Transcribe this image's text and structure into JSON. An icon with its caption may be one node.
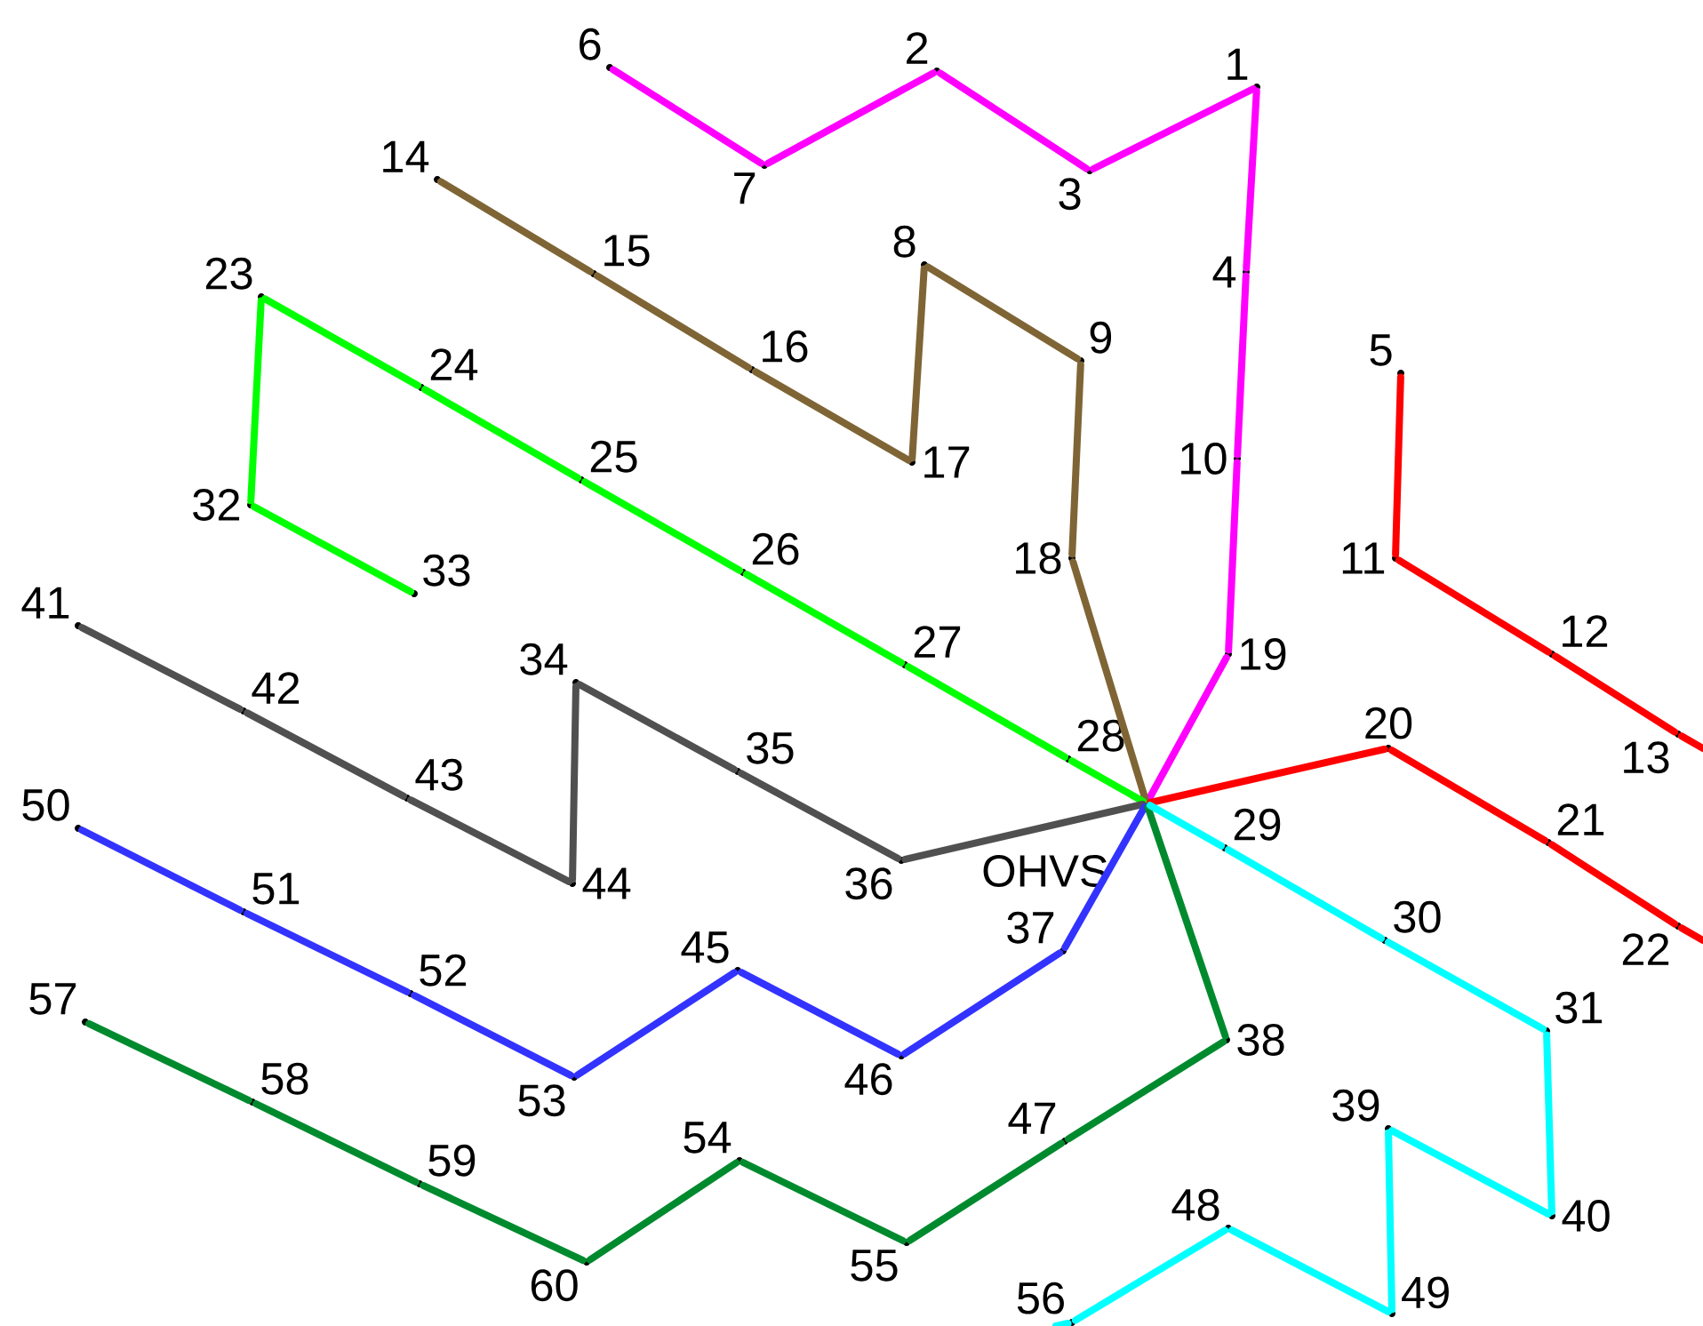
{
  "diagram": {
    "nodes": [
      {
        "text": [
          "OHVS"
        ]
      },
      {
        "text": [
          "1"
        ]
      },
      {
        "text": [
          "2"
        ]
      },
      {
        "text": [
          "3"
        ]
      },
      {
        "text": [
          "4"
        ]
      },
      {
        "text": [
          "5"
        ]
      },
      {
        "text": [
          "6"
        ]
      },
      {
        "text": [
          "7"
        ]
      },
      {
        "text": [
          "8"
        ]
      },
      {
        "text": [
          "9"
        ]
      },
      {
        "text": [
          "10"
        ]
      },
      {
        "text": [
          "11"
        ]
      },
      {
        "text": [
          "12"
        ]
      },
      {
        "text": [
          "13"
        ]
      },
      {
        "text": [
          "14"
        ]
      },
      {
        "text": [
          "15"
        ]
      },
      {
        "text": [
          "16"
        ]
      },
      {
        "text": [
          "17"
        ]
      },
      {
        "text": [
          "18"
        ]
      },
      {
        "text": [
          "19"
        ]
      },
      {
        "text": [
          "20"
        ]
      },
      {
        "text": [
          "21"
        ]
      },
      {
        "text": [
          "22"
        ]
      },
      {
        "text": [
          "23"
        ]
      },
      {
        "text": [
          "24"
        ]
      },
      {
        "text": [
          "25"
        ]
      },
      {
        "text": [
          "26"
        ]
      },
      {
        "text": [
          "27"
        ]
      },
      {
        "text": [
          "28"
        ]
      },
      {
        "text": [
          "29"
        ]
      },
      {
        "text": [
          "30"
        ]
      },
      {
        "text": [
          "31"
        ]
      },
      {
        "text": [
          "32"
        ]
      },
      {
        "text": [
          "33"
        ]
      },
      {
        "text": [
          "34"
        ]
      },
      {
        "text": [
          "35"
        ]
      },
      {
        "text": [
          "36"
        ]
      },
      {
        "text": [
          "37"
        ]
      },
      {
        "text": [
          "38"
        ]
      },
      {
        "text": [
          "39"
        ]
      },
      {
        "text": [
          "40"
        ]
      },
      {
        "text": [
          "41"
        ]
      },
      {
        "text": [
          "42"
        ]
      },
      {
        "text": [
          "43"
        ]
      },
      {
        "text": [
          "44"
        ]
      },
      {
        "text": [
          "45"
        ]
      },
      {
        "text": [
          "46"
        ]
      },
      {
        "text": [
          "47"
        ]
      },
      {
        "text": [
          "48"
        ]
      },
      {
        "text": [
          "49"
        ]
      },
      {
        "text": [
          "50"
        ]
      },
      {
        "text": [
          "51"
        ]
      },
      {
        "text": [
          "52"
        ]
      },
      {
        "text": [
          "53"
        ]
      },
      {
        "text": [
          "54"
        ]
      },
      {
        "text": [
          "55"
        ]
      },
      {
        "text": [
          "56"
        ]
      },
      {
        "text": [
          "57"
        ]
      },
      {
        "text": [
          "58"
        ]
      },
      {
        "text": [
          "59"
        ]
      },
      {
        "text": [
          "60"
        ]
      }
    ],
    "edges": [
      {
        "from": 6,
        "to": 7,
        "arrow": "none",
        "color": "#ff00ff"
      },
      {
        "from": 7,
        "to": 2,
        "arrow": "none",
        "color": "#ff00ff"
      },
      {
        "from": 2,
        "to": 3,
        "arrow": "none",
        "color": "#ff00ff"
      },
      {
        "from": 3,
        "to": 1,
        "arrow": "none",
        "color": "#ff00ff"
      },
      {
        "from": 1,
        "to": 4,
        "arrow": "none",
        "color": "#ff00ff"
      },
      {
        "from": 4,
        "to": 10,
        "arrow": "none",
        "color": "#ff00ff"
      },
      {
        "from": 10,
        "to": 19,
        "arrow": "none",
        "color": "#ff00ff"
      },
      {
        "from": 19,
        "to": 0,
        "arrow": "none",
        "color": "#ff00ff"
      },
      {
        "from": 14,
        "to": 15,
        "arrow": "none",
        "color": "#7f6535"
      },
      {
        "from": 15,
        "to": 16,
        "arrow": "none",
        "color": "#7f6535"
      },
      {
        "from": 16,
        "to": 17,
        "arrow": "none",
        "color": "#7f6535"
      },
      {
        "from": 17,
        "to": 8,
        "arrow": "none",
        "color": "#7f6535"
      },
      {
        "from": 8,
        "to": 9,
        "arrow": "none",
        "color": "#7f6535"
      },
      {
        "from": 9,
        "to": 18,
        "arrow": "none",
        "color": "#7f6535"
      },
      {
        "from": 18,
        "to": 0,
        "arrow": "none",
        "color": "#7f6535"
      },
      {
        "from": 33,
        "to": 32,
        "arrow": "none",
        "color": "#00ff00"
      },
      {
        "from": 32,
        "to": 23,
        "arrow": "none",
        "color": "#00ff00"
      },
      {
        "from": 23,
        "to": 24,
        "arrow": "none",
        "color": "#00ff00"
      },
      {
        "from": 24,
        "to": 25,
        "arrow": "none",
        "color": "#00ff00"
      },
      {
        "from": 25,
        "to": 26,
        "arrow": "none",
        "color": "#00ff00"
      },
      {
        "from": 26,
        "to": 27,
        "arrow": "none",
        "color": "#00ff00"
      },
      {
        "from": 27,
        "to": 28,
        "arrow": "none",
        "color": "#00ff00"
      },
      {
        "from": 28,
        "to": 0,
        "arrow": "none",
        "color": "#00ff00"
      },
      {
        "from": 41,
        "to": 42,
        "arrow": "none",
        "color": "#505050"
      },
      {
        "from": 42,
        "to": 43,
        "arrow": "none",
        "color": "#505050"
      },
      {
        "from": 43,
        "to": 44,
        "arrow": "none",
        "color": "#505050"
      },
      {
        "from": 44,
        "to": 34,
        "arrow": "none",
        "color": "#505050"
      },
      {
        "from": 34,
        "to": 35,
        "arrow": "none",
        "color": "#505050"
      },
      {
        "from": 35,
        "to": 36,
        "arrow": "none",
        "color": "#505050"
      },
      {
        "from": 36,
        "to": 0,
        "arrow": "none",
        "color": "#505050"
      },
      {
        "from": 50,
        "to": 51,
        "arrow": "none",
        "color": "#3333ff"
      },
      {
        "from": 51,
        "to": 52,
        "arrow": "none",
        "color": "#3333ff"
      },
      {
        "from": 52,
        "to": 53,
        "arrow": "none",
        "color": "#3333ff"
      },
      {
        "from": 53,
        "to": 45,
        "arrow": "none",
        "color": "#3333ff"
      },
      {
        "from": 45,
        "to": 46,
        "arrow": "none",
        "color": "#3333ff"
      },
      {
        "from": 46,
        "to": 37,
        "arrow": "none",
        "color": "#3333ff"
      },
      {
        "from": 37,
        "to": 0,
        "arrow": "none",
        "color": "#3333ff"
      },
      {
        "from": 57,
        "to": 58,
        "arrow": "none",
        "color": "#008a2e"
      },
      {
        "from": 58,
        "to": 59,
        "arrow": "none",
        "color": "#008a2e"
      },
      {
        "from": 59,
        "to": 60,
        "arrow": "none",
        "color": "#008a2e"
      },
      {
        "from": 60,
        "to": 54,
        "arrow": "none",
        "color": "#008a2e"
      },
      {
        "from": 54,
        "to": 55,
        "arrow": "none",
        "color": "#008a2e"
      },
      {
        "from": 55,
        "to": 47,
        "arrow": "none",
        "color": "#008a2e"
      },
      {
        "from": 47,
        "to": 38,
        "arrow": "none",
        "color": "#008a2e"
      },
      {
        "from": 38,
        "to": 0,
        "arrow": "none",
        "color": "#008a2e"
      },
      {
        "from": 5,
        "to": 11,
        "arrow": "none",
        "color": "#ff0000"
      },
      {
        "from": 11,
        "to": 12,
        "arrow": "none",
        "color": "#ff0000"
      },
      {
        "from": 12,
        "to": 13,
        "arrow": "none",
        "color": "#ff0000"
      },
      {
        "from": 13,
        "to": null,
        "arrow": "none",
        "color": "#ff0000"
      },
      {
        "from": 0,
        "to": 20,
        "arrow": "none",
        "color": "#ff0000"
      },
      {
        "from": 20,
        "to": 21,
        "arrow": "none",
        "color": "#ff0000"
      },
      {
        "from": 21,
        "to": 22,
        "arrow": "none",
        "color": "#ff0000"
      },
      {
        "from": 22,
        "to": null,
        "arrow": "none",
        "color": "#ff0000"
      },
      {
        "from": 0,
        "to": 29,
        "arrow": "none",
        "color": "#00ffff"
      },
      {
        "from": 29,
        "to": 30,
        "arrow": "none",
        "color": "#00ffff"
      },
      {
        "from": 30,
        "to": 31,
        "arrow": "none",
        "color": "#00ffff"
      },
      {
        "from": 31,
        "to": 40,
        "arrow": "none",
        "color": "#00ffff"
      },
      {
        "from": 40,
        "to": 39,
        "arrow": "none",
        "color": "#00ffff"
      },
      {
        "from": 39,
        "to": 49,
        "arrow": "none",
        "color": "#00ffff"
      },
      {
        "from": 49,
        "to": 48,
        "arrow": "none",
        "color": "#00ffff"
      },
      {
        "from": 48,
        "to": 56,
        "arrow": "none",
        "color": "#00ffff"
      },
      {
        "from": 56,
        "to": null,
        "arrow": "none",
        "color": "#00ffff"
      }
    ]
  }
}
